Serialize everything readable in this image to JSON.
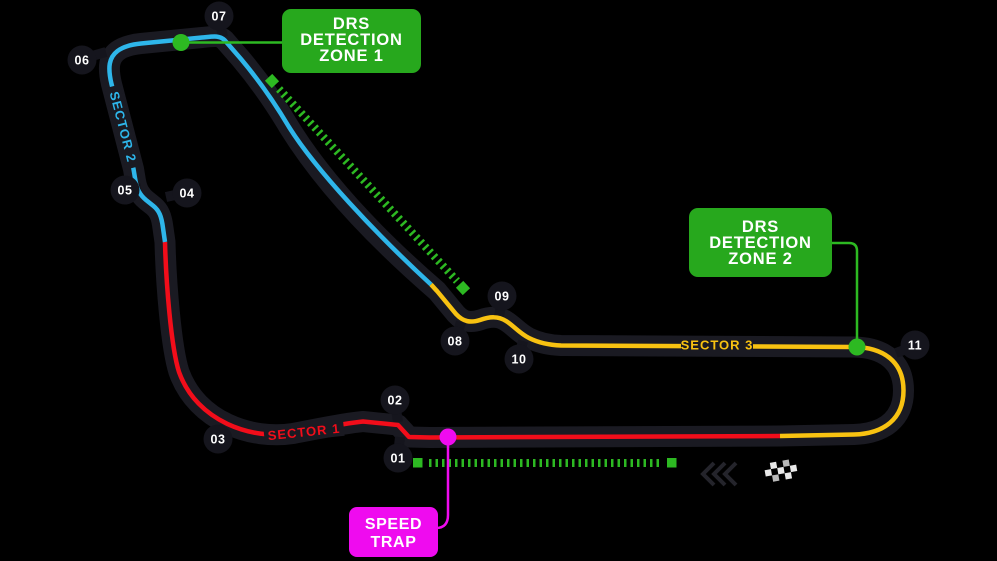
{
  "diagram_type": "f1-circuit-track-map",
  "turns": [
    {
      "label": "01"
    },
    {
      "label": "02"
    },
    {
      "label": "03"
    },
    {
      "label": "04"
    },
    {
      "label": "05"
    },
    {
      "label": "06"
    },
    {
      "label": "07"
    },
    {
      "label": "08"
    },
    {
      "label": "09"
    },
    {
      "label": "10"
    },
    {
      "label": "11"
    }
  ],
  "sectors": [
    {
      "label": "SECTOR 1",
      "color": "#f20d1a"
    },
    {
      "label": "SECTOR 2",
      "color": "#2eb6ea"
    },
    {
      "label": "SECTOR 3",
      "color": "#f8c211"
    }
  ],
  "callouts": {
    "drs_zone_1": {
      "lines": [
        "DRS",
        "DETECTION",
        "ZONE 1"
      ],
      "color": "#27a81d"
    },
    "drs_zone_2": {
      "lines": [
        "DRS",
        "DETECTION",
        "ZONE 2"
      ],
      "color": "#27a81d"
    },
    "speed_trap": {
      "lines": [
        "SPEED",
        "TRAP"
      ],
      "color": "#ef0bef"
    }
  },
  "colors": {
    "background": "#000000",
    "track_band": "#1a1a22",
    "turn_badge": "#15151d",
    "drs_accent_green": "#2db922",
    "label_text": "#ffffff"
  },
  "icons": {
    "finish_flag": "checkered-flag",
    "direction_arrows": "chevrons-left",
    "drs_detection_points": "green-dot",
    "speed_trap_point": "magenta-dot"
  }
}
